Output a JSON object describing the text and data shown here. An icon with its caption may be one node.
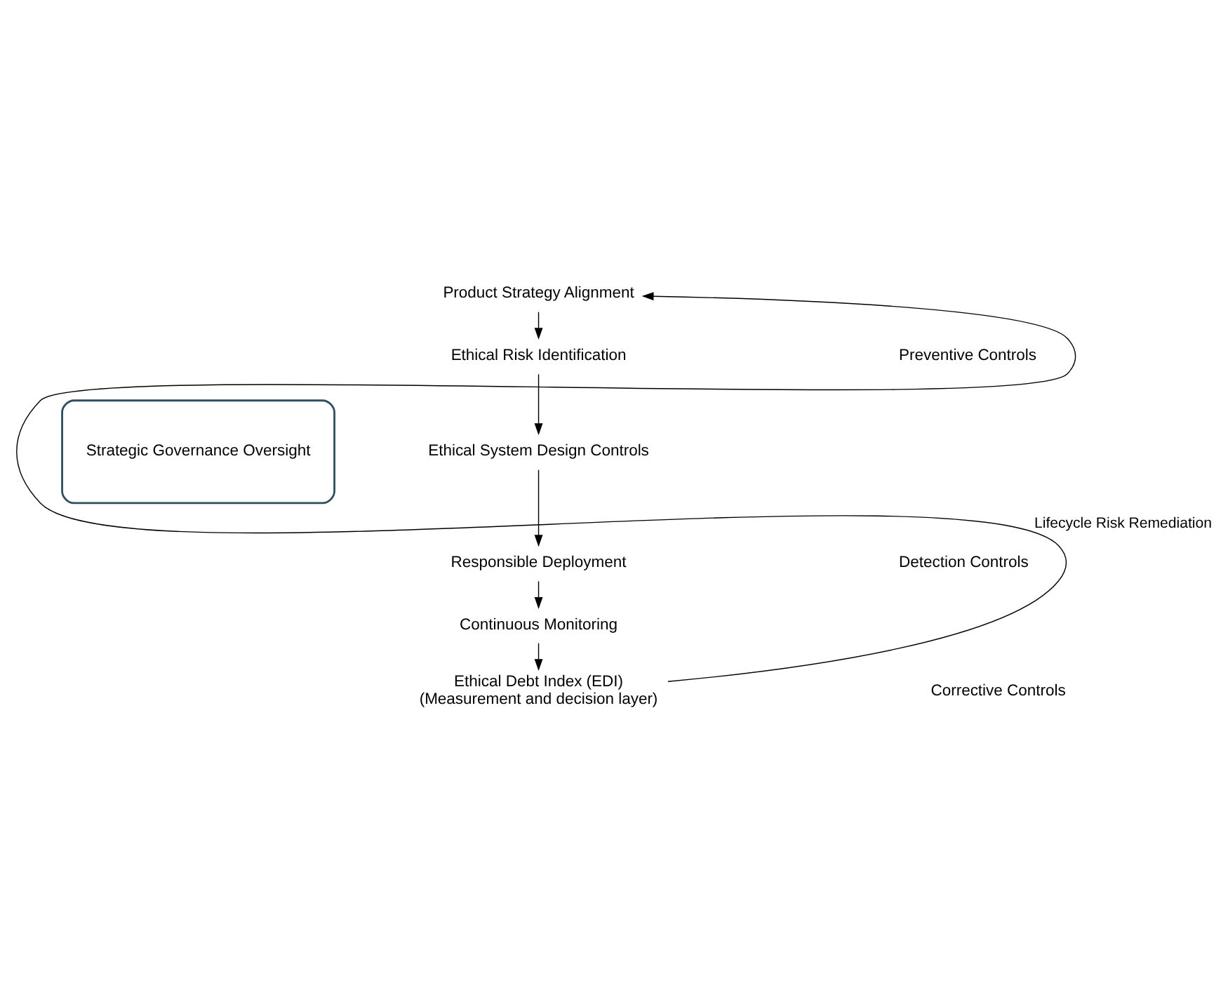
{
  "diagram": {
    "nodes": [
      {
        "text": [
          "Product Strategy Alignment"
        ]
      },
      {
        "text": [
          "Ethical Risk Identification"
        ]
      },
      {
        "text": [
          "Ethical System Design Controls"
        ]
      },
      {
        "text": [
          "Responsible Deployment"
        ]
      },
      {
        "text": [
          "Continuous Monitoring"
        ]
      },
      {
        "text": [
          "Ethical Debt Index (EDI)",
          "(Measurement and decision layer)"
        ]
      },
      {
        "text": [
          "Strategic Governance Oversight"
        ]
      }
    ],
    "edges": [
      {
        "from": 0,
        "to": 1,
        "arrow": "to"
      },
      {
        "from": 1,
        "to": 2,
        "arrow": "to"
      },
      {
        "from": 2,
        "to": 3,
        "arrow": "to"
      },
      {
        "from": 3,
        "to": 4,
        "arrow": "to"
      },
      {
        "from": 4,
        "to": 5,
        "arrow": "to"
      },
      {
        "from": 5,
        "to": 0,
        "arrow": "to",
        "label": "Lifecycle Risk Remediation"
      }
    ],
    "labels": [
      "Preventive Controls",
      "Detection Controls",
      "Corrective Controls"
    ]
  }
}
